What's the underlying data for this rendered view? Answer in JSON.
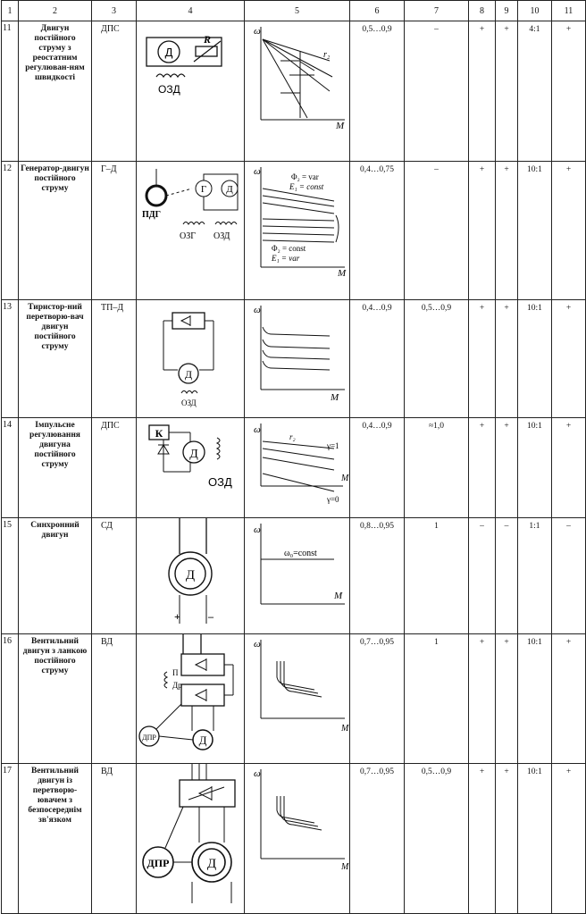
{
  "header": [
    "1",
    "2",
    "3",
    "4",
    "5",
    "6",
    "7",
    "8",
    "9",
    "10",
    "11"
  ],
  "rows": [
    {
      "no": "11",
      "name": "Двигун постійного струму з реостатним регулюван-ням швидкості",
      "code": "ДПС",
      "eff": "0,5…0,9",
      "pf": "–",
      "c8": "+",
      "c9": "+",
      "range": "4:1",
      "c11": "+",
      "scheme": {
        "motor": "Д",
        "r": "R",
        "coil": "ОЗД"
      },
      "graph": {
        "y": "ω",
        "x": "M",
        "label1": "r₂"
      }
    },
    {
      "no": "12",
      "name": "Генератор-двигун постійного струму",
      "code": "Г–Д",
      "eff": "0,4…0,75",
      "pf": "–",
      "c8": "+",
      "c9": "+",
      "range": "10:1",
      "c11": "+",
      "scheme": {
        "pdg": "ПДГ",
        "gen": "Г",
        "motor": "Д",
        "ozg": "ОЗГ",
        "ozd": "ОЗД"
      },
      "graph": {
        "y": "ω",
        "x": "M",
        "l1": "Φ₂ = var",
        "l2": "E₁ = const",
        "l3": "Φ₂ = const",
        "l4": "E₁ = var"
      }
    },
    {
      "no": "13",
      "name": "Тиристор-ний перетворю-вач двигун постійного струму",
      "code": "ТП–Д",
      "eff": "0,4…0,9",
      "pf": "0,5…0,9",
      "c8": "+",
      "c9": "+",
      "range": "10:1",
      "c11": "+",
      "scheme": {
        "motor": "Д",
        "coil": "ОЗД"
      },
      "graph": {
        "y": "ω",
        "x": "M"
      }
    },
    {
      "no": "14",
      "name": "Імпульсне регулювання двигуна постійного струму",
      "code": "ДПС",
      "eff": "0,4…0,9",
      "pf": "≈1,0",
      "c8": "+",
      "c9": "+",
      "range": "10:1",
      "c11": "+",
      "scheme": {
        "k": "К",
        "motor": "Д",
        "coil": "ОЗД"
      },
      "graph": {
        "y": "ω",
        "x": "M",
        "l1": "r₂",
        "l2": "γ=1",
        "l3": "γ=0"
      }
    },
    {
      "no": "15",
      "name": "Синхронний двигун",
      "code": "СД",
      "eff": "0,8…0,95",
      "pf": "1",
      "c8": "–",
      "c9": "–",
      "range": "1:1",
      "c11": "–",
      "scheme": {
        "motor": "Д",
        "plus": "+",
        "minus": "–"
      },
      "graph": {
        "y": "ω",
        "x": "M",
        "l1": "ω₀=const"
      }
    },
    {
      "no": "16",
      "name": "Вентильний двигун з ланкою постійного струму",
      "code": "ВД",
      "eff": "0,7…0,95",
      "pf": "1",
      "c8": "+",
      "c9": "+",
      "range": "10:1",
      "c11": "+",
      "scheme": {
        "motor": "Д",
        "dpr": "ДПР",
        "p": "П",
        "dr": "Др"
      },
      "graph": {
        "y": "ω",
        "x": "M"
      }
    },
    {
      "no": "17",
      "name": "Вентильний двигун із перетворю-ювачем з безпосереднім зв'язком",
      "code": "ВД",
      "eff": "0,7…0,95",
      "pf": "0,5…0,9",
      "c8": "+",
      "c9": "+",
      "range": "10:1",
      "c11": "+",
      "scheme": {
        "motor": "Д",
        "dpr": "ДПР"
      },
      "graph": {
        "y": "ω",
        "x": "M"
      }
    }
  ]
}
